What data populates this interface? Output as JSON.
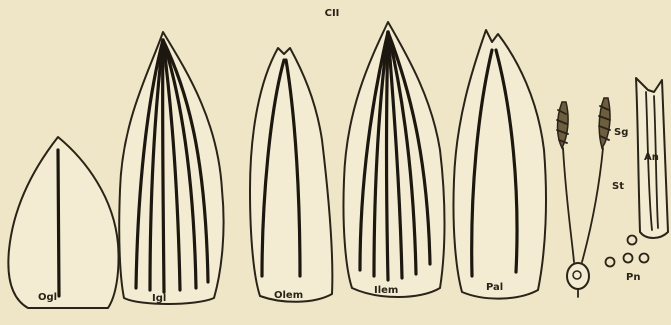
{
  "figure": {
    "plate_label": "CII",
    "labels": {
      "ogl": "Ogl",
      "igl": "Igl",
      "olem": "Olem",
      "ilem": "Ilem",
      "pal": "Pal",
      "sg": "Sg",
      "st": "St",
      "an": "An",
      "pn": "Pn"
    }
  }
}
